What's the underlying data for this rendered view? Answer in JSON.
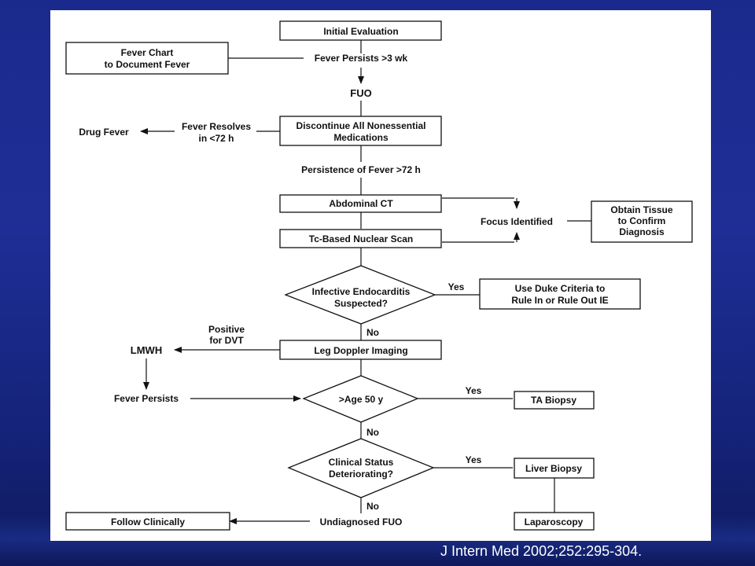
{
  "citation": "J Intern Med 2002;252:295-304.",
  "nodes": {
    "initial_evaluation": "Initial Evaluation",
    "fever_chart": [
      "Fever Chart",
      "to Document Fever"
    ],
    "fever_persists_3wk": "Fever Persists >3 wk",
    "fuo": "FUO",
    "discontinue_meds": [
      "Discontinue All Nonessential",
      "Medications"
    ],
    "fever_resolves": [
      "Fever Resolves",
      "in <72 h"
    ],
    "drug_fever": "Drug Fever",
    "persistence_72h": "Persistence of Fever >72 h",
    "abdominal_ct": "Abdominal CT",
    "focus_identified": "Focus Identified",
    "obtain_tissue": [
      "Obtain Tissue",
      "to Confirm",
      "Diagnosis"
    ],
    "nuclear_scan": "Tc-Based Nuclear Scan",
    "infective_endocarditis": [
      "Infective Endocarditis",
      "Suspected?"
    ],
    "duke_criteria": [
      "Use Duke Criteria to",
      "Rule In or Rule Out IE"
    ],
    "leg_doppler": "Leg Doppler Imaging",
    "positive_dvt": [
      "Positive",
      "for DVT"
    ],
    "lmwh": "LMWH",
    "fever_persists": "Fever Persists",
    "age_50": ">Age 50 y",
    "ta_biopsy": "TA Biopsy",
    "clinical_status": [
      "Clinical Status",
      "Deteriorating?"
    ],
    "liver_biopsy": "Liver Biopsy",
    "laparoscopy": "Laparoscopy",
    "undiagnosed_fuo": "Undiagnosed FUO",
    "follow_clinically": "Follow Clinically"
  },
  "edge_labels": {
    "yes_ie": "Yes",
    "no_ie": "No",
    "yes_age": "Yes",
    "no_age": "No",
    "yes_clinical": "Yes",
    "no_clinical": "No"
  }
}
